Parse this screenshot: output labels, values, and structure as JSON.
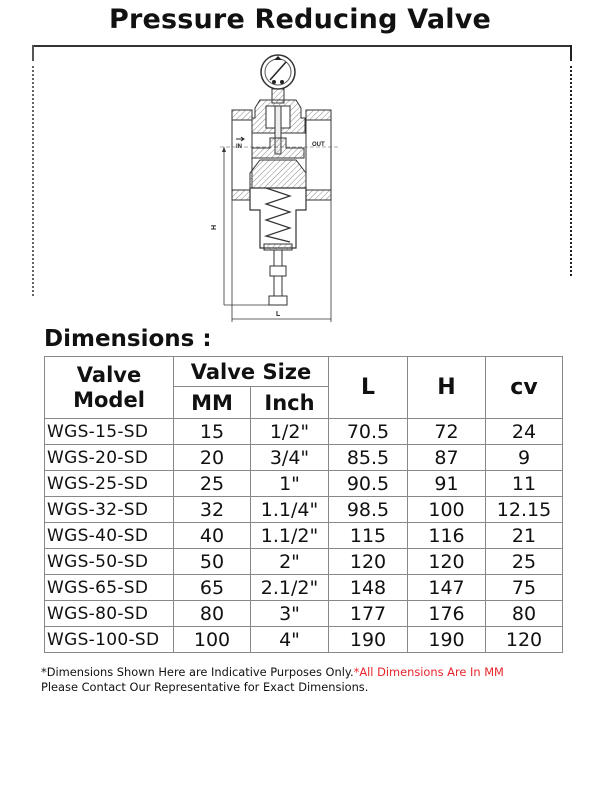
{
  "page": {
    "title": "Pressure Reducing Valve"
  },
  "drawing": {
    "label_in": "IN",
    "label_out": "OUT",
    "dimension_height_label": "H",
    "dimension_length_label": "L",
    "colors": {
      "line": "#333333",
      "hatch": "#777777"
    }
  },
  "dimensions": {
    "section_title": "Dimensions :",
    "headers": {
      "model_line1": "Valve",
      "model_line2": "Model",
      "size_group": "Valve Size",
      "mm": "MM",
      "inch": "Inch",
      "l": "L",
      "h": "H",
      "cv": "cv"
    },
    "rows": [
      {
        "model": "WGS-15-SD",
        "mm": "15",
        "inch": "1/2\"",
        "l": "70.5",
        "h": "72",
        "cv": "24"
      },
      {
        "model": "WGS-20-SD",
        "mm": "20",
        "inch": "3/4\"",
        "l": "85.5",
        "h": "87",
        "cv": "9"
      },
      {
        "model": "WGS-25-SD",
        "mm": "25",
        "inch": "1\"",
        "l": "90.5",
        "h": "91",
        "cv": "11"
      },
      {
        "model": "WGS-32-SD",
        "mm": "32",
        "inch": "1.1/4\"",
        "l": "98.5",
        "h": "100",
        "cv": "12.15"
      },
      {
        "model": "WGS-40-SD",
        "mm": "40",
        "inch": "1.1/2\"",
        "l": "115",
        "h": "116",
        "cv": "21"
      },
      {
        "model": "WGS-50-SD",
        "mm": "50",
        "inch": "2\"",
        "l": "120",
        "h": "120",
        "cv": "25"
      },
      {
        "model": "WGS-65-SD",
        "mm": "65",
        "inch": "2.1/2\"",
        "l": "148",
        "h": "147",
        "cv": "75"
      },
      {
        "model": "WGS-80-SD",
        "mm": "80",
        "inch": "3\"",
        "l": "177",
        "h": "176",
        "cv": "80"
      },
      {
        "model": "WGS-100-SD",
        "mm": "100",
        "inch": "4\"",
        "l": "190",
        "h": "190",
        "cv": "120"
      }
    ]
  },
  "notes": {
    "line1_black": "*Dimensions Shown Here are Indicative Purposes Only.",
    "line1_red": "*All Dimensions Are In MM",
    "line2": "Please Contact Our Representative for Exact Dimensions.",
    "accent_red": "#e8262a"
  }
}
